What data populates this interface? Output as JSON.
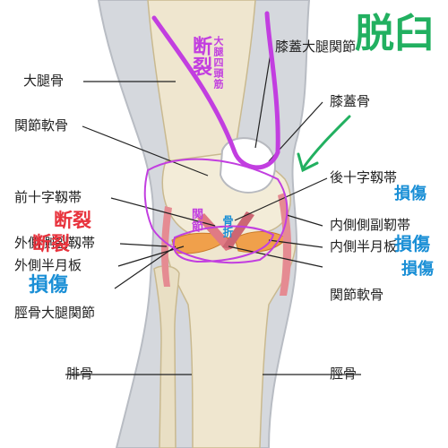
{
  "labels": {
    "femur": "大腿骨",
    "articular_cartilage_upper": "関節軟骨",
    "acl": "前十字靱帯",
    "lcl": "外側側副靱帯",
    "lateral_meniscus": "外側半月板",
    "tibiofemoral_joint": "脛骨大腿関節",
    "fibula": "腓骨",
    "patellofemoral_joint": "膝蓋大腿関節",
    "patella": "膝蓋骨",
    "pcl": "後十字靱帯",
    "mcl": "内側側副靭帯",
    "medial_meniscus": "内側半月板",
    "articular_cartilage_lower": "関節軟骨",
    "tibia": "脛骨"
  },
  "annotations": {
    "dislocation": "脱臼",
    "fracture_vertical": "断裂",
    "ligament_vertical": "大腿四頭筋",
    "rupture_acl": "断裂",
    "rupture_lcl": "断裂",
    "injury_lateral_meniscus": "損傷",
    "injury_pcl": "損傷",
    "injury_mcl": "損傷",
    "injury_medial_meniscus": "損傷",
    "inner_joint_note": "関節",
    "inner_small_note": "骨折"
  },
  "colors": {
    "bone": "#efe6cf",
    "bone_edge": "#c9b98f",
    "skin": "#c6c9cf",
    "ligament": "#e58b92",
    "meniscus": "#f0a04b",
    "purple_ink": "#c23ee0",
    "blue_ink": "#1a8fd6",
    "red_ink": "#e8323c",
    "green_ink": "#22b060"
  }
}
